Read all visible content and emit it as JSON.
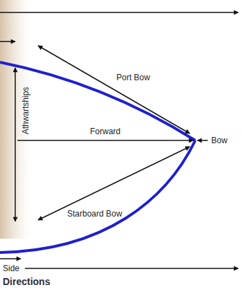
{
  "diagram": {
    "caption": "Directions",
    "labels": [
      "Port Bow",
      "Athwartships",
      "Forward",
      "Bow",
      "Starboard Bow",
      "Side"
    ]
  }
}
